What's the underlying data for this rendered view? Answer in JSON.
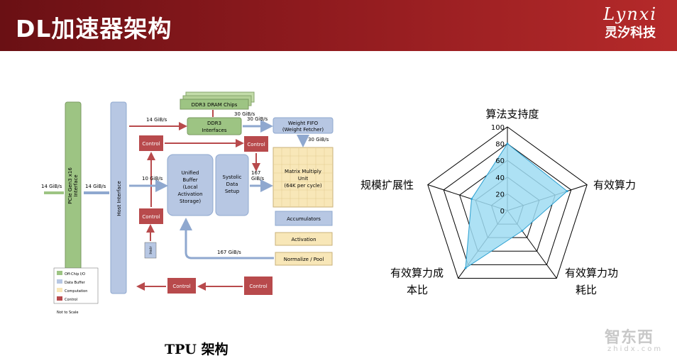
{
  "header": {
    "title": "DL加速器架构",
    "logo_en": "Lynxi",
    "logo_cn": "灵汐科技"
  },
  "tpu": {
    "caption": "TPU 架构",
    "chips": "DDR3 DRAM Chips",
    "bw_30a": "30 GiB/s",
    "bw_30b": "30 GiB/s",
    "bw_30c": "30 GiB/s",
    "bw_14a": "14 GiB/s",
    "bw_14b": "14 GiB/s",
    "bw_14c": "14 GiB/s",
    "bw_10": "10 GiB/s",
    "bw_167a": "167",
    "bw_167b": "GiB/s",
    "bw_167c": "167 GiB/s",
    "ddr3_1": "DDR3",
    "ddr3_2": "Interfaces",
    "wfifo_1": "Weight FIFO",
    "wfifo_2": "(Weight Fetcher)",
    "control": "Control",
    "ub": [
      "Unified",
      "Buffer",
      "(Local",
      "Activation",
      "Storage)"
    ],
    "sys": [
      "Systolic",
      "Data",
      "Setup"
    ],
    "mmu": [
      "Matrix Multiply",
      "Unit",
      "(64K per cycle)"
    ],
    "acc": "Accumulators",
    "act": "Activation",
    "norm": "Normalize / Pool",
    "pcie_1": "PCIe Gen3 x16",
    "pcie_2": "Interface",
    "host": "Host Interface",
    "instr": "Instr",
    "legend": [
      "Off-Chip I/O",
      "Data Buffer",
      "Computation",
      "Control"
    ],
    "scale": "Not to Scale"
  },
  "radar": {
    "axes": [
      "算法支持度",
      "有效算力",
      "有效算力功",
      "耗比",
      "有效算力成",
      "本比",
      "规模扩展性"
    ],
    "ticks": [
      "0",
      "20",
      "40",
      "60",
      "80",
      "100"
    ]
  },
  "chart_data": {
    "type": "radar",
    "categories": [
      "算法支持度",
      "有效算力",
      "有效算力功耗比",
      "有效算力成本比",
      "规模扩展性"
    ],
    "series": [
      {
        "values": [
          80,
          75,
          30,
          85,
          45
        ]
      }
    ],
    "ylim": [
      0,
      100
    ],
    "ticks": [
      0,
      20,
      40,
      60,
      80,
      100
    ]
  },
  "colors": {
    "control": "#b84a4c",
    "buffer": "#b7c7e3",
    "io": "#9dc483",
    "compute": "#f8e7b8",
    "fill": "#9fdcf2"
  },
  "watermark": {
    "main": "智东西",
    "sub": "zhidx.com"
  }
}
